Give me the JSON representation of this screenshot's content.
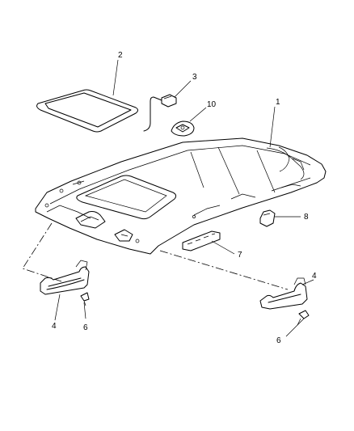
{
  "callouts": {
    "c1": "1",
    "c2": "2",
    "c3": "3",
    "c4a": "4",
    "c4b": "4",
    "c6a": "6",
    "c6b": "6",
    "c7": "7",
    "c8": "8",
    "c10": "10"
  },
  "parts": [
    {
      "id": "1",
      "name": "headliner"
    },
    {
      "id": "2",
      "name": "sunroof-trim-ring"
    },
    {
      "id": "3",
      "name": "switch-connector"
    },
    {
      "id": "4",
      "name": "assist-handle"
    },
    {
      "id": "6",
      "name": "screw"
    },
    {
      "id": "7",
      "name": "badge"
    },
    {
      "id": "8",
      "name": "clip"
    },
    {
      "id": "10",
      "name": "bracket"
    }
  ],
  "colors": {
    "line": "#000000",
    "background": "#ffffff"
  }
}
